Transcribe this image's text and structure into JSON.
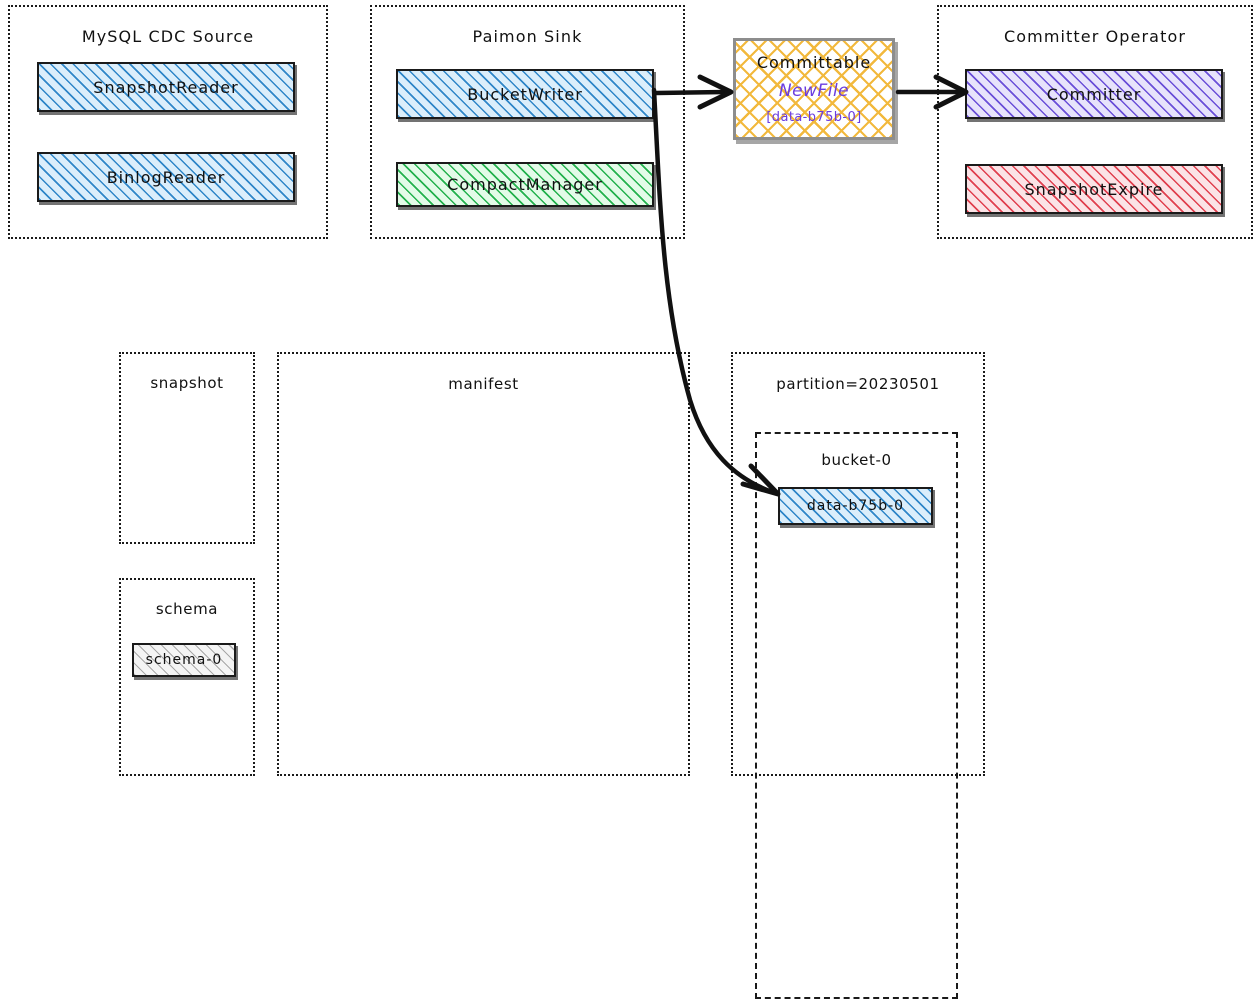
{
  "diagram": {
    "title_hidden": "",
    "groups": [
      {
        "id": "mysql_cdc_source",
        "label": "MySQL CDC Source"
      },
      {
        "id": "paimon_sink",
        "label": "Paimon Sink"
      },
      {
        "id": "committer_operator",
        "label": "Committer Operator"
      },
      {
        "id": "snapshot",
        "label": "snapshot"
      },
      {
        "id": "manifest",
        "label": "manifest"
      },
      {
        "id": "schema",
        "label": "schema"
      },
      {
        "id": "partition",
        "label": "partition=20230501"
      },
      {
        "id": "bucket",
        "label": "bucket-0"
      }
    ],
    "nodes": [
      {
        "id": "snapshot_reader",
        "label": "SnapshotReader",
        "fill": "#dbeefb",
        "hatch": "#2f86c8"
      },
      {
        "id": "binlog_reader",
        "label": "BinlogReader",
        "fill": "#dbeefb",
        "hatch": "#2f86c8"
      },
      {
        "id": "bucket_writer",
        "label": "BucketWriter",
        "fill": "#dbeefb",
        "hatch": "#2f86c8"
      },
      {
        "id": "compact_manager",
        "label": "CompactManager",
        "fill": "#e3fbe8",
        "hatch": "#23b14d"
      },
      {
        "id": "committer",
        "label": "Committer",
        "fill": "#e7e3fb",
        "hatch": "#6a4fd8"
      },
      {
        "id": "snapshot_expire",
        "label": "SnapshotExpire",
        "fill": "#fbe3e6",
        "hatch": "#e0404f"
      },
      {
        "id": "schema_file",
        "label": "schema-0",
        "fill": "#f4f4f4",
        "hatch": "#a8a8a8"
      },
      {
        "id": "data_file",
        "label": "data-b75b-0",
        "fill": "#dbeefb",
        "hatch": "#2f86c8"
      }
    ],
    "committable": {
      "title": "Committable",
      "kind": "NewFile",
      "file_ref": "[data-b75b-0]",
      "border_color": "#8d8d8d",
      "hatch_color": "#f2b93d",
      "text_color": "#6a3ce0"
    },
    "edges": [
      {
        "id": "bucketwriter-to-committable",
        "from": "bucket_writer",
        "to": "committable",
        "style": "straight"
      },
      {
        "id": "committable-to-committer",
        "from": "committable",
        "to": "committer",
        "style": "straight"
      },
      {
        "id": "bucketwriter-to-datafile",
        "from": "bucket_writer",
        "to": "data_file",
        "style": "curved"
      }
    ]
  }
}
